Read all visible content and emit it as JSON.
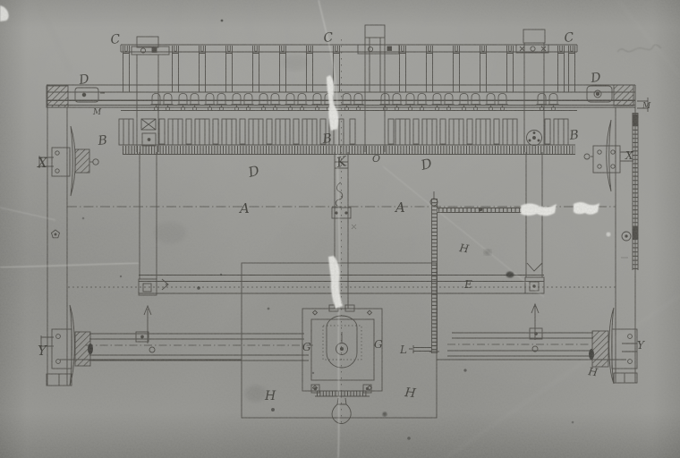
{
  "artwork": {
    "labels": [
      {
        "id": "c-top-left",
        "text": "C"
      },
      {
        "id": "c-top-center",
        "text": "C"
      },
      {
        "id": "c-top-right",
        "text": "C"
      },
      {
        "id": "d-rail-left",
        "text": "D"
      },
      {
        "id": "d-rail-right",
        "text": "D"
      },
      {
        "id": "m-rail-left",
        "text": "M"
      },
      {
        "id": "m-rail-right",
        "text": "M"
      },
      {
        "id": "b-left",
        "text": "B"
      },
      {
        "id": "b-center",
        "text": "B"
      },
      {
        "id": "b-right",
        "text": "B"
      },
      {
        "id": "x-left",
        "text": "X"
      },
      {
        "id": "x-right",
        "text": "X"
      },
      {
        "id": "d-field-left",
        "text": "D"
      },
      {
        "id": "d-field-right",
        "text": "D"
      },
      {
        "id": "a-left",
        "text": "A"
      },
      {
        "id": "a-right",
        "text": "A"
      },
      {
        "id": "k-center",
        "text": "K"
      },
      {
        "id": "o-center",
        "text": "O"
      },
      {
        "id": "h-upper-right",
        "text": "H"
      },
      {
        "id": "e-crossbar",
        "text": "E"
      },
      {
        "id": "g-box-left",
        "text": "G"
      },
      {
        "id": "g-box-right",
        "text": "G"
      },
      {
        "id": "l-rod",
        "text": "L"
      },
      {
        "id": "h-bottom-left",
        "text": "H"
      },
      {
        "id": "h-bottom-center",
        "text": "H"
      },
      {
        "id": "h-bottom-right",
        "text": "H"
      },
      {
        "id": "y-left",
        "text": "Y"
      },
      {
        "id": "y-right",
        "text": "Y"
      }
    ],
    "colors": {
      "paper": "#9b9b97",
      "ink": "#3a3833",
      "white_patch": "#efefeb",
      "pencil": "#6a6a66"
    }
  }
}
